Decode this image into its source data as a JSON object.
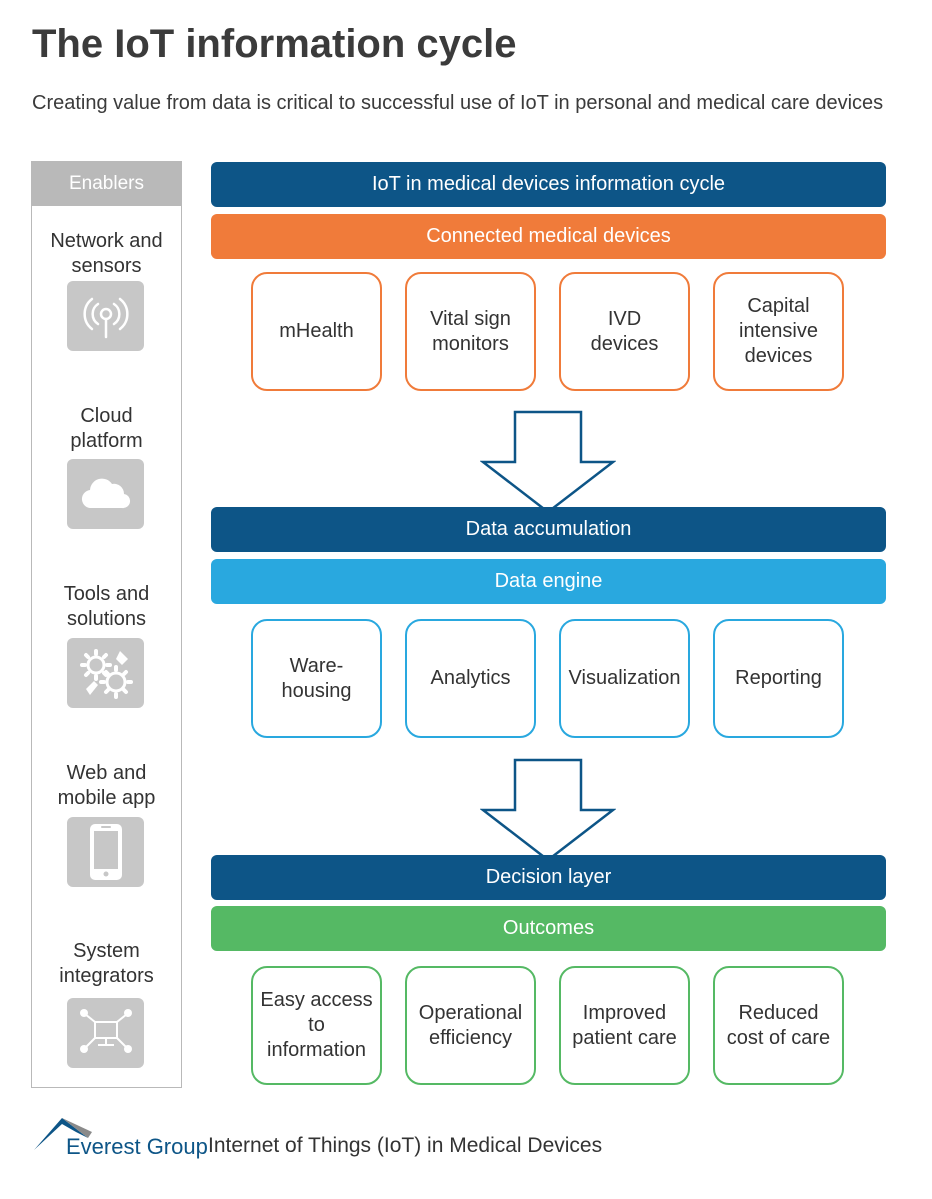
{
  "title": "The IoT information cycle",
  "subtitle": "Creating value from data is critical to successful use of IoT in personal and medical care devices",
  "enablers": {
    "header": "Enablers",
    "items": [
      {
        "label": "Network and\nsensors",
        "icon": "antenna-icon"
      },
      {
        "label": "Cloud\nplatform",
        "icon": "cloud-icon"
      },
      {
        "label": "Tools and\nsolutions",
        "icon": "gears-icon"
      },
      {
        "label": "Web and\nmobile app",
        "icon": "mobile-phone-icon"
      },
      {
        "label": "System\nintegrators",
        "icon": "network-icon"
      }
    ]
  },
  "cycle": {
    "header": "IoT in medical devices information cycle",
    "stage1": {
      "bar": "Connected medical devices",
      "cards": [
        "mHealth",
        "Vital sign\nmonitors",
        "IVD\ndevices",
        "Capital\nintensive\ndevices"
      ]
    },
    "stage2": {
      "bar_top": "Data accumulation",
      "bar": "Data engine",
      "cards": [
        "Ware-\nhousing",
        "Analytics",
        "Visualization",
        "Reporting"
      ]
    },
    "stage3": {
      "bar_top": "Decision layer",
      "bar": "Outcomes",
      "cards": [
        "Easy access\nto\ninformation",
        "Operational\nefficiency",
        "Improved\npatient care",
        "Reduced\ncost of care"
      ]
    }
  },
  "footer": {
    "brand": "Everest Group",
    "text": "Internet of Things (IoT) in Medical Devices"
  },
  "colors": {
    "dark_blue": "#0d5587",
    "orange": "#f07b3a",
    "light_blue": "#29a8df",
    "green": "#55b964",
    "gray": "#b9b9b9"
  }
}
